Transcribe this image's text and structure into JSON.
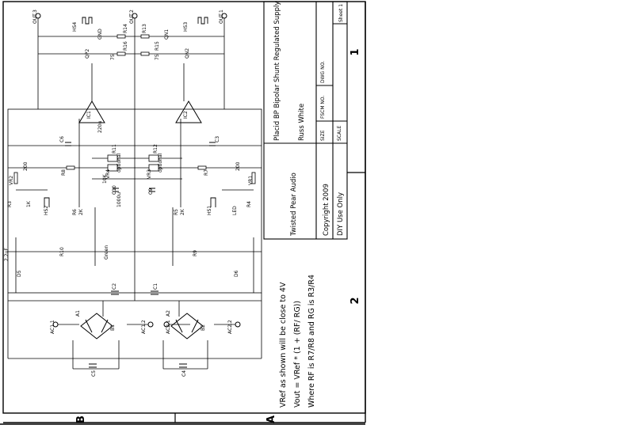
{
  "title_block": {
    "title": "Placid BP Bipolar Shunt Regulated Supply",
    "author": "Russ White",
    "company": "Twisted Pear Audio",
    "copyright": "Copyright 2009",
    "usage": "DIY Use Only",
    "size_label": "SIZE",
    "fscm_label": "FSCM NO.",
    "dwg_label": "DWG NO.",
    "scale_label": "SCALE",
    "sheet_label": "Sheet 1"
  },
  "notes": {
    "line1": "VRef as shown will be close to 4V",
    "line2": "Vout = VRef * (1 + (RF/ RG))",
    "line3": "Where RF is R7/R8 and RG is R3/R4"
  },
  "zones": {
    "a": "A",
    "b": "B",
    "one": "1",
    "two": "2"
  },
  "nets": {
    "out3": "OUT.3",
    "out2": "OUT.2",
    "out1": "OUT.1",
    "ac11": "AC1.1",
    "ac12": "AC1.2",
    "ac21": "AC2.1",
    "ac22": "AC2.2"
  },
  "components": {
    "hs4": "HS4",
    "hs3": "HS3",
    "hs2": "HS2",
    "hs1": "HS1",
    "q1": "GND",
    "q2": "QP2",
    "q3": "QN2",
    "qn1": "QN1",
    "r14": "R14",
    "r13": "R13",
    "r16": "R16",
    "r15": "R15",
    "r2val": "75",
    "r1val": "75",
    "ic1": "IC1",
    "ic2": "IC2",
    "c220": "220u",
    "c6": "C6",
    "c3": "C3",
    "r11": "R11",
    "r12": "R12",
    "vr4": "VR4",
    "vr3": "VR3",
    "opt1": "optional",
    "opt2": "optional",
    "r8": "R8",
    "r7": "R7",
    "vr2": "VR2",
    "vr1": "VR1",
    "v200a": "200",
    "v200b": "200",
    "c10": "C10",
    "c9": "C9",
    "c1000": "1000u",
    "r6": "R6",
    "r5": "R5",
    "k2a": "2K",
    "k2b": "2K",
    "r10": "R10",
    "r9": "R9",
    "d5": "D5",
    "d6": "D6",
    "green": "Green",
    "led": "LED",
    "c2": "C2",
    "c1": "C1",
    "a1": "A1",
    "a2": "A2",
    "b1": "B1",
    "b2": "B2",
    "c5": "C5",
    "c4": "C4",
    "v22": "2.2uF",
    "v10k": "10K",
    "v1k": "1K",
    "r3": "R3",
    "r4": "R4"
  }
}
